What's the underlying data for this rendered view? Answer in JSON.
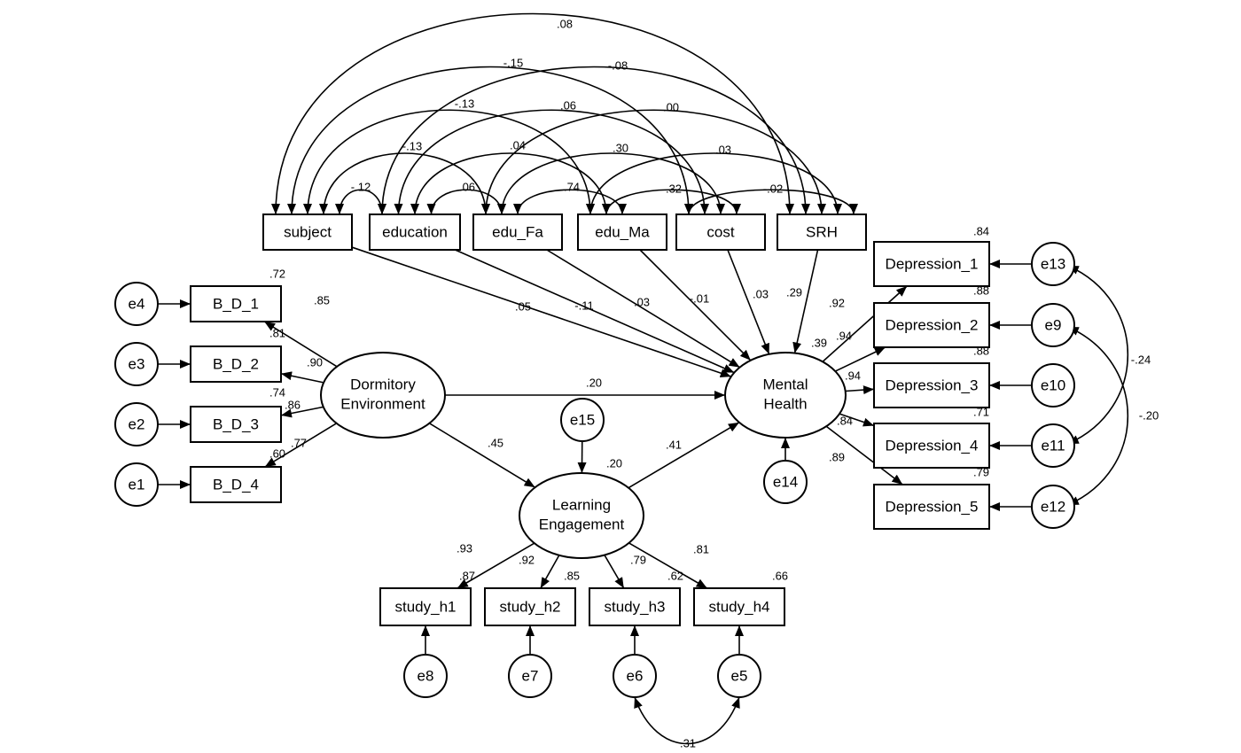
{
  "nodes": {
    "subject": {
      "label": "subject",
      "r2": ""
    },
    "education": {
      "label": "education",
      "r2": ""
    },
    "edu_fa": {
      "label": "edu_Fa",
      "r2": ""
    },
    "edu_ma": {
      "label": "edu_Ma",
      "r2": ""
    },
    "cost": {
      "label": "cost",
      "r2": ""
    },
    "srh": {
      "label": "SRH",
      "r2": ""
    },
    "bd1": {
      "label": "B_D_1",
      "r2": ".72"
    },
    "bd2": {
      "label": "B_D_2",
      "r2": ".81"
    },
    "bd3": {
      "label": "B_D_3",
      "r2": ".74"
    },
    "bd4": {
      "label": "B_D_4",
      "r2": ".60"
    },
    "dep1": {
      "label": "Depression_1",
      "r2": ".84"
    },
    "dep2": {
      "label": "Depression_2",
      "r2": ".88"
    },
    "dep3": {
      "label": "Depression_3",
      "r2": ".88"
    },
    "dep4": {
      "label": "Depression_4",
      "r2": ".71"
    },
    "dep5": {
      "label": "Depression_5",
      "r2": ".79"
    },
    "sh1": {
      "label": "study_h1",
      "r2": ".87"
    },
    "sh2": {
      "label": "study_h2",
      "r2": ".85"
    },
    "sh3": {
      "label": "study_h3",
      "r2": ".62"
    },
    "sh4": {
      "label": "study_h4",
      "r2": ".66"
    },
    "dorm": {
      "label": [
        "Dormitory",
        "Environment"
      ],
      "r2": ""
    },
    "mh": {
      "label": [
        "Mental",
        "Health"
      ],
      "r2": ".39"
    },
    "le": {
      "label": [
        "Learning",
        "Engagement"
      ],
      "r2": ".20"
    },
    "e1": {
      "label": "e1"
    },
    "e2": {
      "label": "e2"
    },
    "e3": {
      "label": "e3"
    },
    "e4": {
      "label": "e4"
    },
    "e5": {
      "label": "e5"
    },
    "e6": {
      "label": "e6"
    },
    "e7": {
      "label": "e7"
    },
    "e8": {
      "label": "e8"
    },
    "e9": {
      "label": "e9"
    },
    "e10": {
      "label": "e10"
    },
    "e11": {
      "label": "e11"
    },
    "e12": {
      "label": "e12"
    },
    "e13": {
      "label": "e13"
    },
    "e14": {
      "label": "e14"
    },
    "e15": {
      "label": "e15"
    }
  },
  "paths": [
    {
      "from": "dorm",
      "to": "bd1",
      "coef": ".85"
    },
    {
      "from": "dorm",
      "to": "bd2",
      "coef": ".90"
    },
    {
      "from": "dorm",
      "to": "bd3",
      "coef": ".86"
    },
    {
      "from": "dorm",
      "to": "bd4",
      "coef": ".77"
    },
    {
      "from": "dorm",
      "to": "mh",
      "coef": ".20"
    },
    {
      "from": "dorm",
      "to": "le",
      "coef": ".45"
    },
    {
      "from": "le",
      "to": "mh",
      "coef": ".41"
    },
    {
      "from": "le",
      "to": "sh1",
      "coef": ".93"
    },
    {
      "from": "le",
      "to": "sh2",
      "coef": ".92"
    },
    {
      "from": "le",
      "to": "sh3",
      "coef": ".79"
    },
    {
      "from": "le",
      "to": "sh4",
      "coef": ".81"
    },
    {
      "from": "mh",
      "to": "dep1",
      "coef": ".92"
    },
    {
      "from": "mh",
      "to": "dep2",
      "coef": ".94"
    },
    {
      "from": "mh",
      "to": "dep3",
      "coef": ".94"
    },
    {
      "from": "mh",
      "to": "dep4",
      "coef": ".84"
    },
    {
      "from": "mh",
      "to": "dep5",
      "coef": ".89"
    },
    {
      "from": "subject",
      "to": "mh",
      "coef": ".05"
    },
    {
      "from": "education",
      "to": "mh",
      "coef": "-.11"
    },
    {
      "from": "edu_fa",
      "to": "mh",
      "coef": ".03"
    },
    {
      "from": "edu_ma",
      "to": "mh",
      "coef": "-.01"
    },
    {
      "from": "cost",
      "to": "mh",
      "coef": ".03"
    },
    {
      "from": "srh",
      "to": "mh",
      "coef": ".29"
    },
    {
      "from": "e1",
      "to": "bd4",
      "coef": ""
    },
    {
      "from": "e2",
      "to": "bd3",
      "coef": ""
    },
    {
      "from": "e3",
      "to": "bd2",
      "coef": ""
    },
    {
      "from": "e4",
      "to": "bd1",
      "coef": ""
    },
    {
      "from": "e5",
      "to": "sh4",
      "coef": ""
    },
    {
      "from": "e6",
      "to": "sh3",
      "coef": ""
    },
    {
      "from": "e7",
      "to": "sh2",
      "coef": ""
    },
    {
      "from": "e8",
      "to": "sh1",
      "coef": ""
    },
    {
      "from": "e9",
      "to": "dep2",
      "coef": ""
    },
    {
      "from": "e10",
      "to": "dep3",
      "coef": ""
    },
    {
      "from": "e11",
      "to": "dep4",
      "coef": ""
    },
    {
      "from": "e12",
      "to": "dep5",
      "coef": ""
    },
    {
      "from": "e13",
      "to": "dep1",
      "coef": ""
    },
    {
      "from": "e14",
      "to": "mh",
      "coef": ""
    },
    {
      "from": "e15",
      "to": "le",
      "coef": ""
    }
  ],
  "covariances": [
    {
      "a": "subject",
      "b": "srh",
      "coef": ".08"
    },
    {
      "a": "subject",
      "b": "cost",
      "coef": "-.15"
    },
    {
      "a": "subject",
      "b": "edu_ma",
      "coef": "-.13"
    },
    {
      "a": "subject",
      "b": "edu_fa",
      "coef": "-.13"
    },
    {
      "a": "subject",
      "b": "education",
      "coef": "-.12"
    },
    {
      "a": "education",
      "b": "srh",
      "coef": "-.08"
    },
    {
      "a": "education",
      "b": "cost",
      "coef": ".06"
    },
    {
      "a": "education",
      "b": "edu_ma",
      "coef": ".04"
    },
    {
      "a": "education",
      "b": "edu_fa",
      "coef": ".06"
    },
    {
      "a": "edu_fa",
      "b": "srh",
      "coef": ".00"
    },
    {
      "a": "edu_fa",
      "b": "cost",
      "coef": ".30"
    },
    {
      "a": "edu_fa",
      "b": "edu_ma",
      "coef": ".74"
    },
    {
      "a": "edu_ma",
      "b": "srh",
      "coef": ".03"
    },
    {
      "a": "edu_ma",
      "b": "cost",
      "coef": ".32"
    },
    {
      "a": "cost",
      "b": "srh",
      "coef": "-.02"
    },
    {
      "a": "e13",
      "b": "e11",
      "coef": "-.24"
    },
    {
      "a": "e9",
      "b": "e12",
      "coef": "-.20"
    },
    {
      "a": "e6",
      "b": "e5",
      "coef": ".31"
    }
  ]
}
